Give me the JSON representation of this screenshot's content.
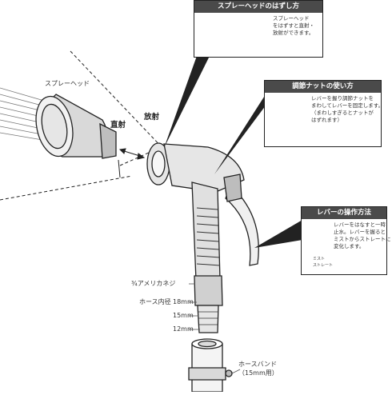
{
  "labels": {
    "spray_head": "スプレーヘッド",
    "straight_spray": "直射",
    "diffuse_spray": "放射",
    "american_screw": "¾アメリカネジ",
    "hose_inner_diameter": "ホース内径",
    "size_18": "18mm",
    "size_15": "15mm",
    "size_12": "12mm",
    "hose_band_line1": "ホースバンド",
    "hose_band_line2": "（15mm用）"
  },
  "panels": {
    "removal": {
      "title": "スプレーヘッドのはずし方",
      "body": [
        "スプレーヘッド",
        "をはずすと直射・",
        "放射ができます。"
      ]
    },
    "nut": {
      "title": "調節ナットの使い方",
      "body": [
        "レバーを握り調節ナットを",
        "まわしてレバーを固定します。",
        "（まわしすぎるとナットが",
        "はずれます）"
      ]
    },
    "lever": {
      "title": "レバーの操作方法",
      "body": [
        "レバーをはなすと一時",
        "止水。レバーを握ると",
        "ミストからストレートに",
        "変化します。"
      ],
      "sublabels": [
        "ミスト",
        "ストレート"
      ]
    }
  },
  "colors": {
    "line": "#222222",
    "panel_header": "#4a4a4a",
    "fill_light": "#f2f2f2",
    "fill_mid": "#d9d9d9"
  }
}
